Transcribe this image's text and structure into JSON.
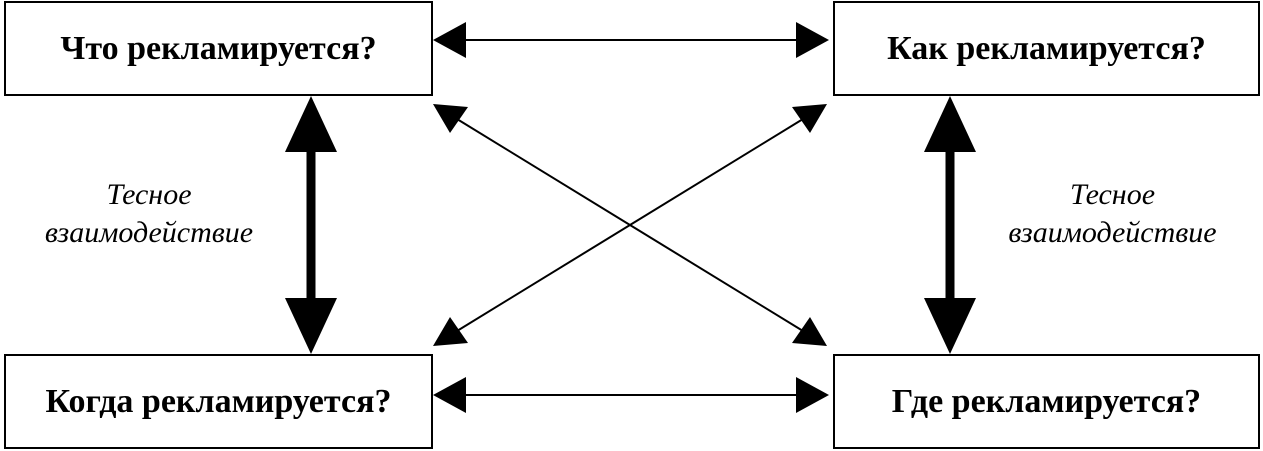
{
  "boxes": {
    "what": "Что рекламируется?",
    "how": "Как рекламируется?",
    "when": "Когда рекламируется?",
    "where": "Где рекламируется?"
  },
  "labels": {
    "left": {
      "line1": "Тесное",
      "line2": "взаимодействие"
    },
    "right": {
      "line1": "Тесное",
      "line2": "взаимодействие"
    }
  },
  "colors": {
    "stroke": "#000000",
    "background": "#ffffff"
  }
}
